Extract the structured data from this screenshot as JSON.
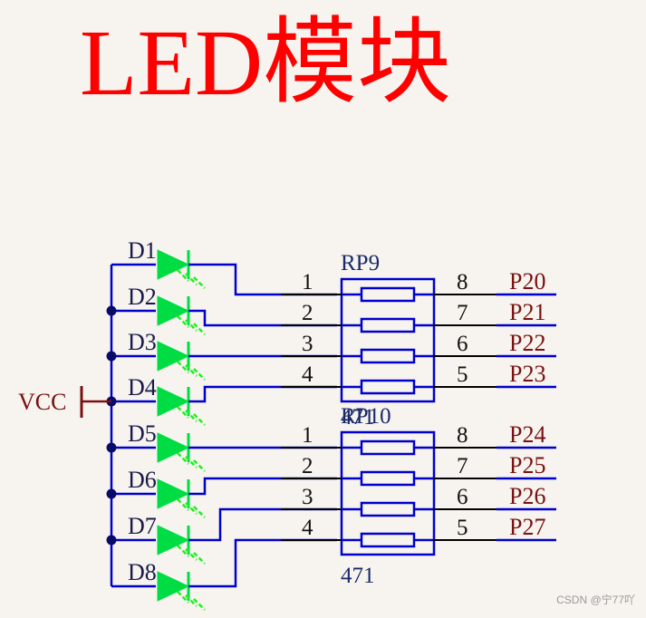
{
  "title": "LED模块",
  "vcc_label": "VCC",
  "leds": [
    "D1",
    "D2",
    "D3",
    "D4",
    "D5",
    "D6",
    "D7",
    "D8"
  ],
  "resistor_packs": [
    {
      "name": "RP9",
      "value": "471",
      "left_pins": [
        "1",
        "2",
        "3",
        "4"
      ],
      "right_pins": [
        "8",
        "7",
        "6",
        "5"
      ]
    },
    {
      "name": "RP10",
      "value": "471",
      "left_pins": [
        "1",
        "2",
        "3",
        "4"
      ],
      "right_pins": [
        "8",
        "7",
        "6",
        "5"
      ]
    }
  ],
  "nets": [
    "P20",
    "P21",
    "P22",
    "P23",
    "P24",
    "P25",
    "P26",
    "P27"
  ],
  "watermark": "CSDN @宁77吖",
  "colors": {
    "wire": "#0000cc",
    "title": "#ff0000",
    "led_fill": "#00dd44",
    "led_rays": "#22ee22",
    "vcc": "#7a1010",
    "pin_line": "#000000"
  }
}
